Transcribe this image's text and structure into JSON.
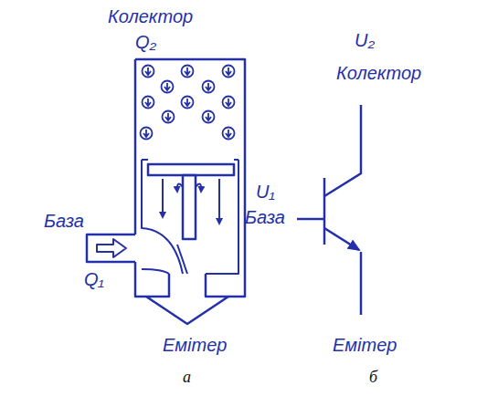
{
  "diagram": {
    "labels": [
      "Колектор",
      "Q₂",
      "База",
      "Q₁",
      "Емітер",
      "а",
      "U₂",
      "Колектор",
      "U₁",
      "База",
      "Емітер",
      "б"
    ]
  }
}
